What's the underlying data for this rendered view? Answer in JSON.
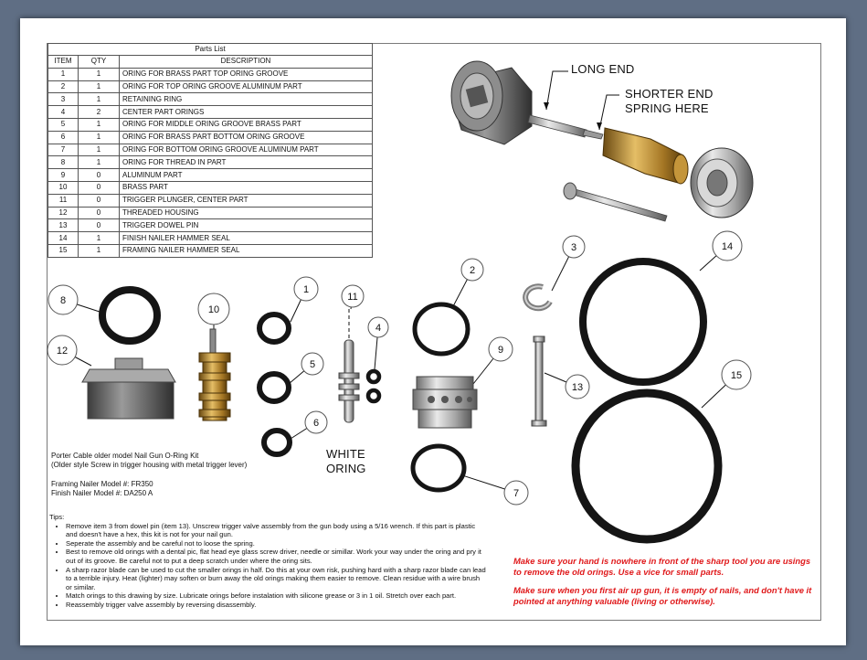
{
  "parts_list": {
    "title": "Parts List",
    "headers": [
      "ITEM",
      "QTY",
      "DESCRIPTION"
    ],
    "rows": [
      [
        "1",
        "1",
        "ORING FOR BRASS PART TOP ORING GROOVE"
      ],
      [
        "2",
        "1",
        "ORING FOR TOP ORING GROOVE ALUMINUM PART"
      ],
      [
        "3",
        "1",
        "RETAINING RING"
      ],
      [
        "4",
        "2",
        "CENTER PART ORINGS"
      ],
      [
        "5",
        "1",
        "ORING FOR MIDDLE ORING GROOVE BRASS PART"
      ],
      [
        "6",
        "1",
        "ORING FOR BRASS PART BOTTOM ORING GROOVE"
      ],
      [
        "7",
        "1",
        "ORING FOR BOTTOM ORING GROOVE ALUMINUM PART"
      ],
      [
        "8",
        "1",
        "ORING FOR  THREAD IN PART"
      ],
      [
        "9",
        "0",
        "ALUMINUM PART"
      ],
      [
        "10",
        "0",
        "BRASS PART"
      ],
      [
        "11",
        "0",
        "TRIGGER PLUNGER, CENTER PART"
      ],
      [
        "12",
        "0",
        "THREADED HOUSING"
      ],
      [
        "13",
        "0",
        "TRIGGER DOWEL PIN"
      ],
      [
        "14",
        "1",
        "FINISH NAILER HAMMER SEAL"
      ],
      [
        "15",
        "1",
        "FRAMING NAILER HAMMER SEAL"
      ]
    ]
  },
  "callouts": {
    "long_end": "LONG END",
    "shorter_end_1": "SHORTER END",
    "shorter_end_2": "SPRING HERE",
    "white_oring_1": "WHITE",
    "white_oring_2": "ORING"
  },
  "balloons": [
    "1",
    "2",
    "3",
    "4",
    "5",
    "6",
    "7",
    "8",
    "9",
    "10",
    "11",
    "12",
    "13",
    "14",
    "15"
  ],
  "kit_info": {
    "line1": "Porter Cable older model Nail Gun O-Ring Kit",
    "line2": "(Older style Screw in trigger housing with metal trigger lever)",
    "framing": "Framing Nailer Model #: FR350",
    "finish": "Finish Nailer Model #: DA250 A"
  },
  "tips": {
    "heading": "Tips:",
    "items": [
      "Remove item 3 from dowel pin (item 13). Unscrew trigger valve assembly from the gun body using a 5/16 wrench. If this part is plastic and doesn't have a hex, this kit is not for your nail gun.",
      "Seperate the assembly and be careful not to loose the spring.",
      "Best to remove old orings with a dental pic, flat head eye glass screw driver, needle or simillar.  Work your way under the oring and pry it out of its groove. Be careful not to put a deep scratch under where the oring sits.",
      "A sharp razor blade can be used to cut the smaller orings in half. Do this at your own risk, pushing hard with a sharp razor blade can lead to a terrible injury. Heat (lighter) may soften or burn away the old orings making them easier to remove.  Clean residue with a wire brush or similar.",
      "Match orings to this drawing by size. Lubricate orings before instalation with silicone grease or 3 in 1 oil. Stretch over each part.",
      "Reassembly trigger valve assembly by reversing disassembly."
    ]
  },
  "warnings": {
    "hand": "Make sure your hand is nowhere in front of the sharp tool you are usings to remove the old orings. Use a vice for small parts.",
    "air": "Make sure when you first air up gun, it is empty of nails, and don't have it pointed at anything valuable (living or otherwise)."
  },
  "colors": {
    "background": "#5f6e84",
    "warning": "#e0191b",
    "oring": "#151515",
    "brass": "#b8862d"
  }
}
